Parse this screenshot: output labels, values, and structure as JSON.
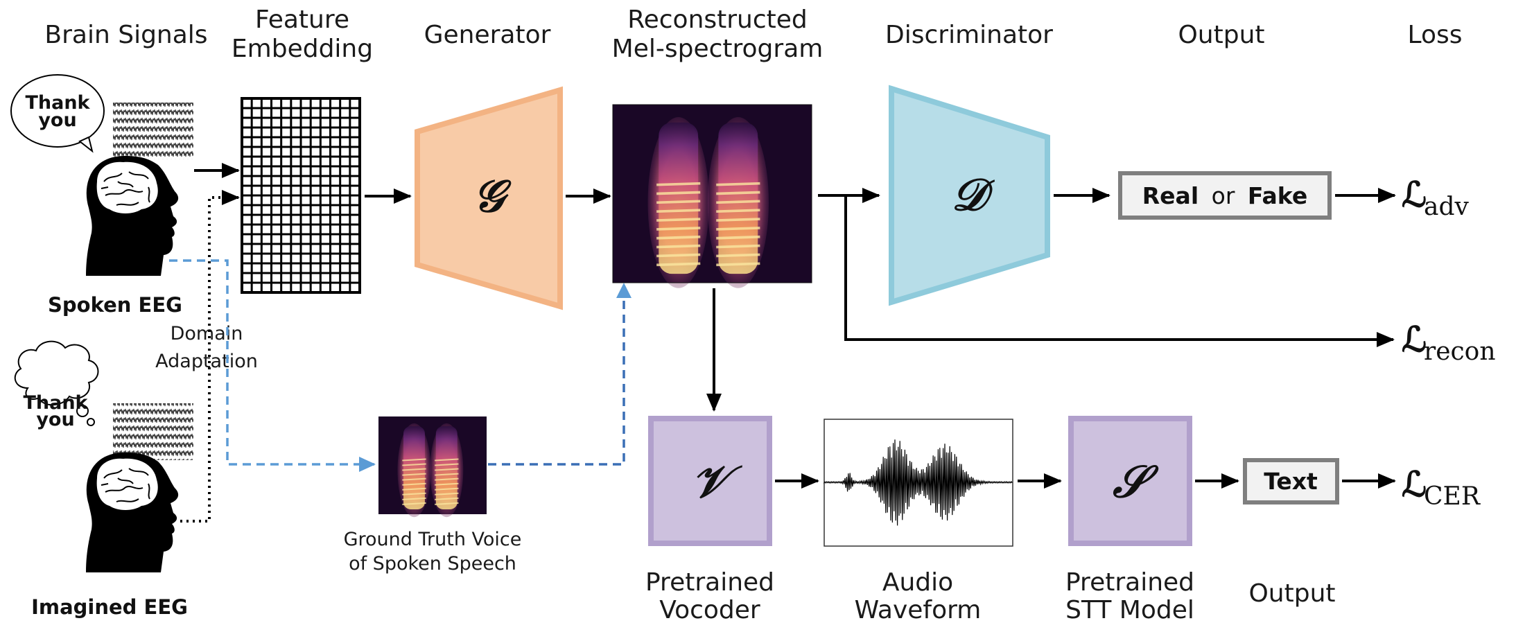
{
  "headers": {
    "brain_signals": "Brain Signals",
    "feature_embedding_1": "Feature",
    "feature_embedding_2": "Embedding",
    "generator": "Generator",
    "reconstructed_1": "Reconstructed",
    "reconstructed_2": "Mel-spectrogram",
    "discriminator": "Discriminator",
    "output": "Output",
    "loss": "Loss"
  },
  "brains": {
    "spoken_label": "Spoken EEG",
    "imagined_label": "Imagined EEG",
    "bubble_line1": "Thank",
    "bubble_line2": "you",
    "domain_adaptation_1": "Domain",
    "domain_adaptation_2": "Adaptation"
  },
  "ground_truth": {
    "line1": "Ground Truth Voice",
    "line2": "of Spoken Speech"
  },
  "modules": {
    "generator_symbol": "𝒢",
    "discriminator_symbol": "𝒟",
    "vocoder_symbol": "𝒱",
    "stt_symbol": "𝒮",
    "generator_color": "#f8cba7",
    "generator_stroke": "#f3b383",
    "discriminator_color": "#b7dde8",
    "discriminator_stroke": "#8ecadb",
    "purple_fill": "#cdc1de",
    "purple_stroke": "#b1a0cc"
  },
  "outputs": {
    "real_word": "Real",
    "or_word": "or",
    "fake_word": "Fake",
    "text_box": "Text",
    "output_label": "Output"
  },
  "bottom_labels": {
    "vocoder_1": "Pretrained",
    "vocoder_2": "Vocoder",
    "audio_1": "Audio",
    "audio_2": "Waveform",
    "stt_1": "Pretrained",
    "stt_2": "STT Model"
  },
  "losses": {
    "script_L": "ℒ",
    "adv": "adv",
    "recon": "recon",
    "cer": "CER"
  },
  "colors": {
    "dashed_blue": "#5b9bd5",
    "dashed_blue_dark": "#3a6fb5",
    "box_gray": "#7f7f7f",
    "box_fill": "#f2f2f2"
  }
}
